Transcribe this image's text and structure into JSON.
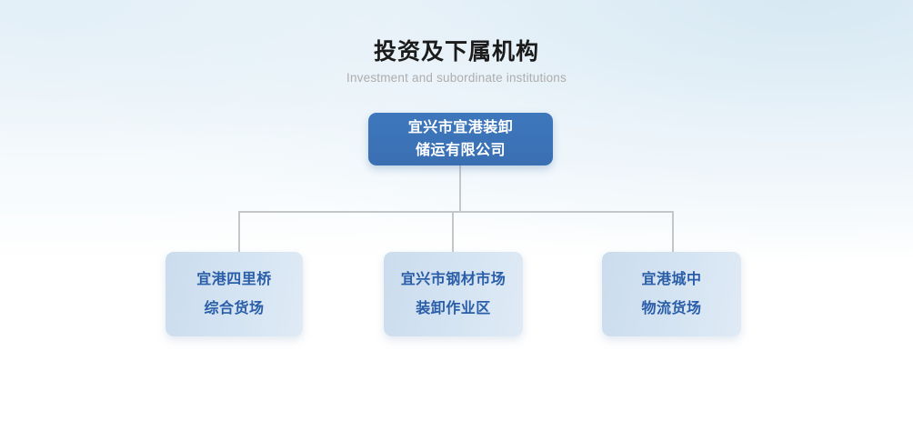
{
  "heading": {
    "title": "投资及下属机构",
    "subtitle": "Investment and subordinate institutions"
  },
  "colors": {
    "root_fill": "#3a6fb2",
    "root_text": "#ffffff",
    "child_fill": "#cbdcee",
    "child_text": "#2a5ea8",
    "connector": "#c3c7c9",
    "title_text": "#1b1b1b",
    "subtitle_text": "#adadad",
    "background_top": "#e9f1f7",
    "background_bottom": "#ffffff"
  },
  "chart_data": {
    "type": "diagram",
    "diagram_kind": "organization-chart",
    "title": "投资及下属机构",
    "subtitle": "Investment and subordinate institutions",
    "levels": 2,
    "root": {
      "id": "root",
      "lines": [
        "宜兴市宜港装卸",
        "储运有限公司"
      ],
      "full_label": "宜兴市宜港装卸储运有限公司"
    },
    "children": [
      {
        "id": "child-1",
        "lines": [
          "宜港四里桥",
          "综合货场"
        ],
        "full_label": "宜港四里桥综合货场",
        "parent": "root"
      },
      {
        "id": "child-2",
        "lines": [
          "宜兴市钢材市场",
          "装卸作业区"
        ],
        "full_label": "宜兴市钢材市场装卸作业区",
        "parent": "root"
      },
      {
        "id": "child-3",
        "lines": [
          "宜港城中",
          "物流货场"
        ],
        "full_label": "宜港城中物流货场",
        "parent": "root"
      }
    ],
    "edges": [
      {
        "from": "root",
        "to": "child-1"
      },
      {
        "from": "root",
        "to": "child-2"
      },
      {
        "from": "root",
        "to": "child-3"
      }
    ]
  }
}
